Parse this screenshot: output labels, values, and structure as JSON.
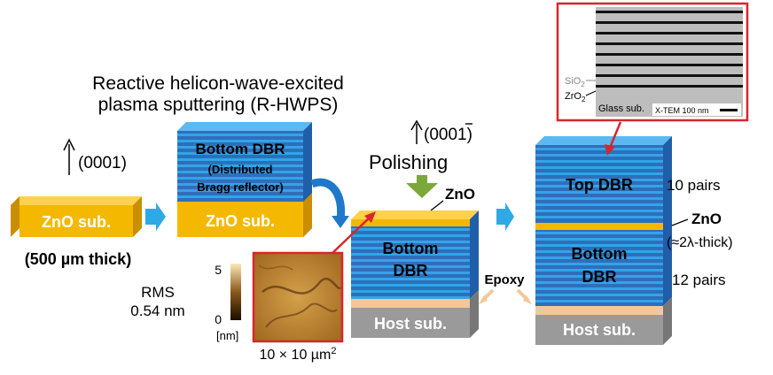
{
  "method": {
    "line1": "Reactive helicon-wave-excited",
    "line2": "plasma sputtering (R-HWPS)"
  },
  "orientation_0001": "(0001)",
  "orientation_000_1": "(000",
  "orientation_000_1_digit": "1",
  "orientation_000_1_close": ")",
  "zno_sub": {
    "label": "ZnO sub.",
    "thickness": "(500 µm thick)"
  },
  "bottom_dbr_block": {
    "title": "Bottom DBR",
    "sub1": "(Distributed",
    "sub2": "Bragg reflector)",
    "base": "ZnO sub."
  },
  "polishing": "Polishing",
  "zno_label": "ZnO",
  "bottom_dbr": {
    "line1": "Bottom",
    "line2": "DBR"
  },
  "host_sub": "Host sub.",
  "epoxy": "Epoxy",
  "rms": {
    "label": "RMS",
    "value": "0.54 nm"
  },
  "afm": {
    "scale_max": "5",
    "scale_min": "0",
    "unit": "[nm]",
    "size_prefix": "10 × 10 µm",
    "size_sup": "2"
  },
  "tem": {
    "sio2": "SiO",
    "sio2_sub": "2",
    "zro2": "ZrO",
    "zro2_sub": "2",
    "glass": "Glass sub.",
    "scale": "X-TEM 100 nm"
  },
  "final": {
    "top_dbr": "Top DBR",
    "top_pairs": "10 pairs",
    "zno": "ZnO",
    "zno_thick": "(≈2λ-thick)",
    "bottom_line1": "Bottom",
    "bottom_line2": "DBR",
    "bottom_pairs": "12 pairs",
    "host": "Host sub."
  },
  "colors": {
    "zno": "#f5b800",
    "dbr_light": "#33a3ea",
    "dbr_dark": "#2f6fba",
    "host": "#9a9a9a",
    "epoxy": "#f2c89a",
    "arrow": "#2fa9e6",
    "polish_arrow": "#7aa83a",
    "red": "#d8262c"
  }
}
